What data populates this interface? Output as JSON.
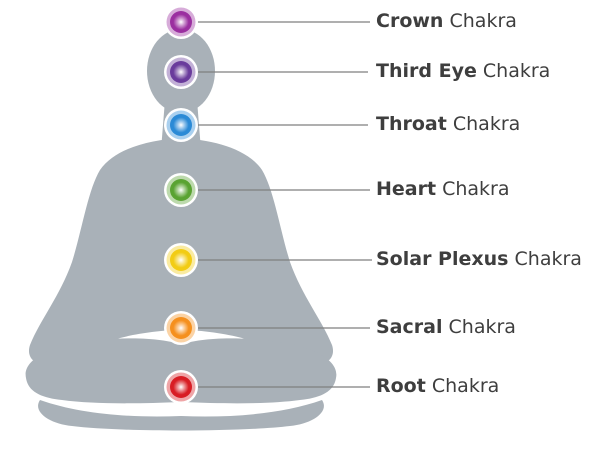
{
  "chakras": [
    {
      "name": "Crown",
      "suffix": "Chakra",
      "color": "#9b2fa0"
    },
    {
      "name": "Third Eye",
      "suffix": "Chakra",
      "color": "#6a3b9c"
    },
    {
      "name": "Throat",
      "suffix": "Chakra",
      "color": "#2b8ad6"
    },
    {
      "name": "Heart",
      "suffix": "Chakra",
      "color": "#5aa332"
    },
    {
      "name": "Solar Plexus",
      "suffix": "Chakra",
      "color": "#f2cc14"
    },
    {
      "name": "Sacral",
      "suffix": "Chakra",
      "color": "#f5901e"
    },
    {
      "name": "Root",
      "suffix": "Chakra",
      "color": "#d81d24"
    }
  ],
  "colors": {
    "silhouette": "#a9b1b8",
    "line": "#7f7f7f",
    "text": "#3e3e3e"
  }
}
